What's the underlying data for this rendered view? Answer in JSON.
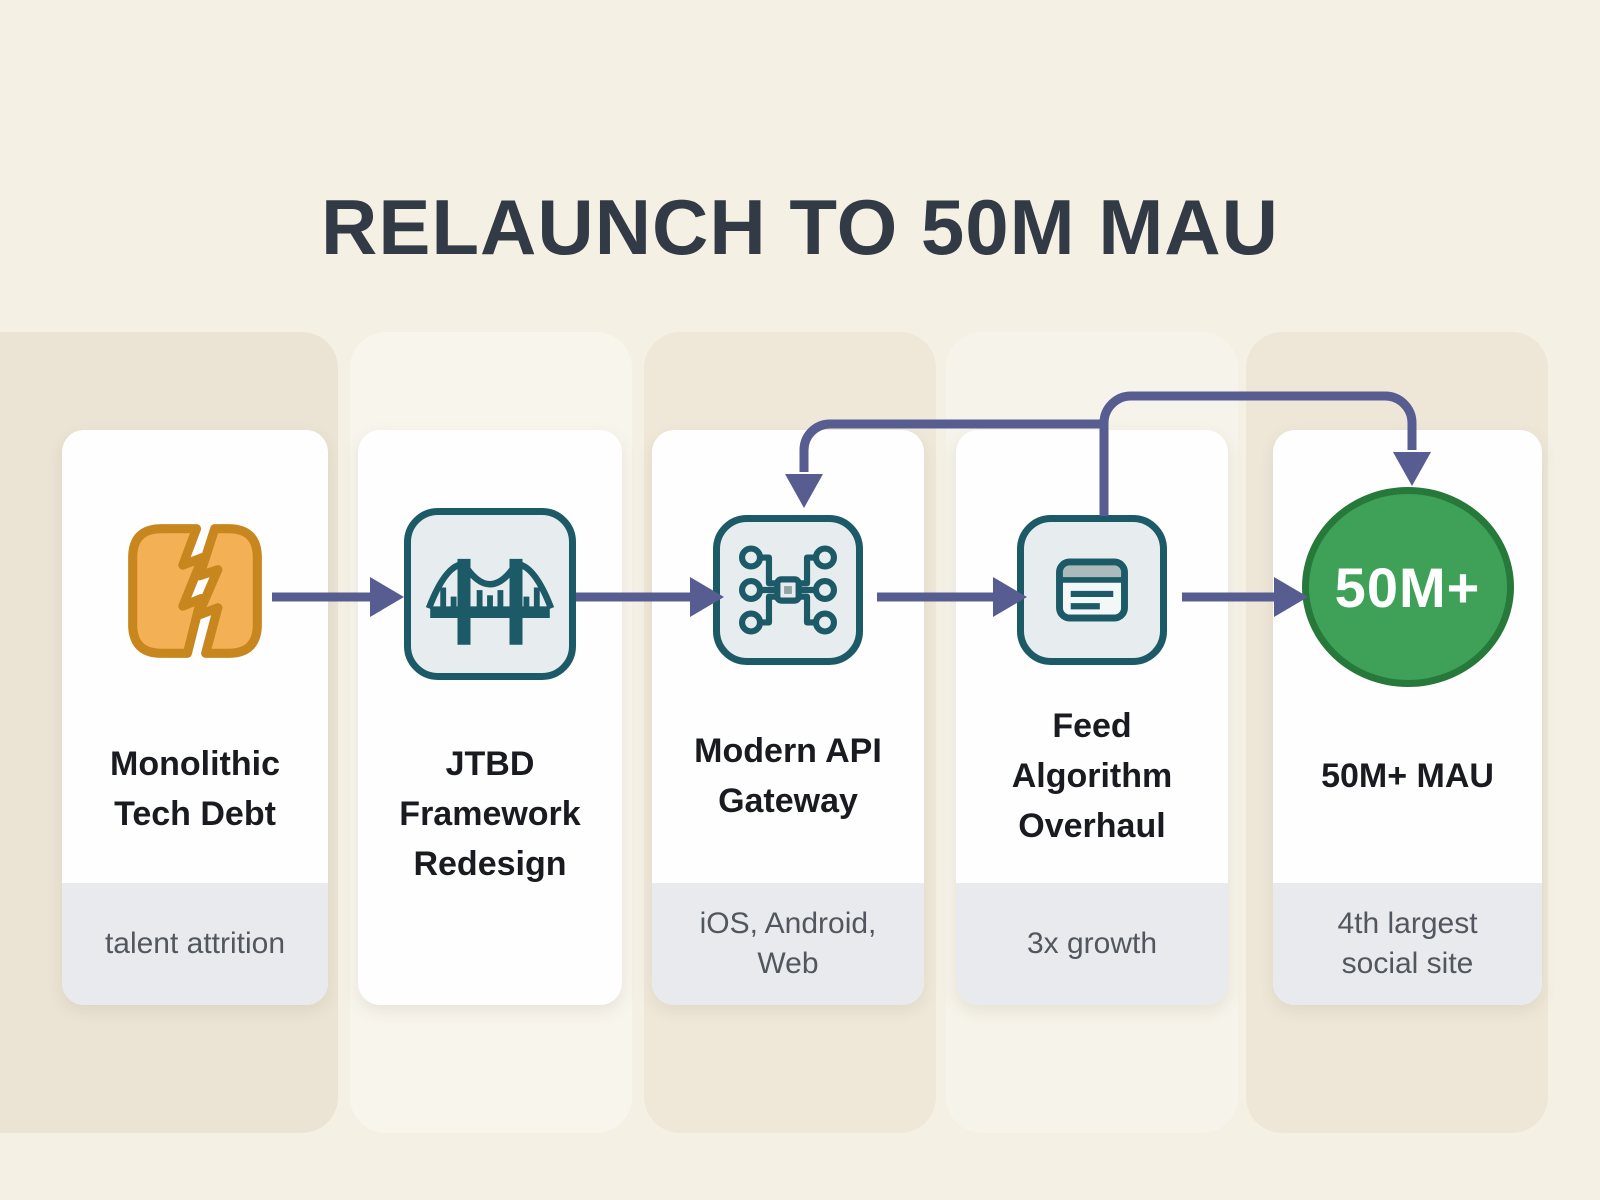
{
  "title": "RELAUNCH TO 50M MAU",
  "colors": {
    "page_background": "#f5f0e4",
    "arrow": "#575d90",
    "teal_icon": "#1b5a66",
    "teal_icon_fill": "#e7edee",
    "orange_icon_fill": "#f3b055",
    "orange_icon_stroke": "#c8871e",
    "milestone_green": "#3ea157",
    "milestone_green_border": "#26793a",
    "card_background": "#fefefe",
    "footer_background": "#e8eaee",
    "title_text": "#323a46",
    "card_title_text": "#191b20",
    "footer_text": "#52575f"
  },
  "cards": [
    {
      "id": "monolithic-tech-debt",
      "title": "Monolithic\nTech Debt",
      "footer": "talent attrition",
      "icon": "broken-app-icon"
    },
    {
      "id": "jtbd-framework-redesign",
      "title": "JTBD\nFramework\nRedesign",
      "footer": null,
      "icon": "bridge-icon"
    },
    {
      "id": "modern-api-gateway",
      "title": "Modern API\nGateway",
      "footer": "iOS, Android,\nWeb",
      "icon": "api-gateway-icon"
    },
    {
      "id": "feed-algorithm-overhaul",
      "title": "Feed\nAlgorithm\nOverhaul",
      "footer": "3x growth",
      "icon": "feed-icon"
    },
    {
      "id": "50m-mau",
      "title": "50M+ MAU",
      "footer": "4th largest\nsocial site",
      "icon": "milestone-circle",
      "badge": "50M+"
    }
  ],
  "connections": [
    {
      "from": "monolithic-tech-debt",
      "to": "jtbd-framework-redesign",
      "style": "straight-arrow"
    },
    {
      "from": "jtbd-framework-redesign",
      "to": "modern-api-gateway",
      "style": "straight-arrow"
    },
    {
      "from": "modern-api-gateway",
      "to": "feed-algorithm-overhaul",
      "style": "straight-arrow"
    },
    {
      "from": "feed-algorithm-overhaul",
      "to": "50m-mau",
      "style": "straight-arrow"
    },
    {
      "from": "feed-algorithm-overhaul",
      "to": "modern-api-gateway",
      "style": "overhead-loop-back"
    },
    {
      "from": "feed-algorithm-overhaul",
      "to": "50m-mau",
      "style": "overhead-skip"
    }
  ]
}
